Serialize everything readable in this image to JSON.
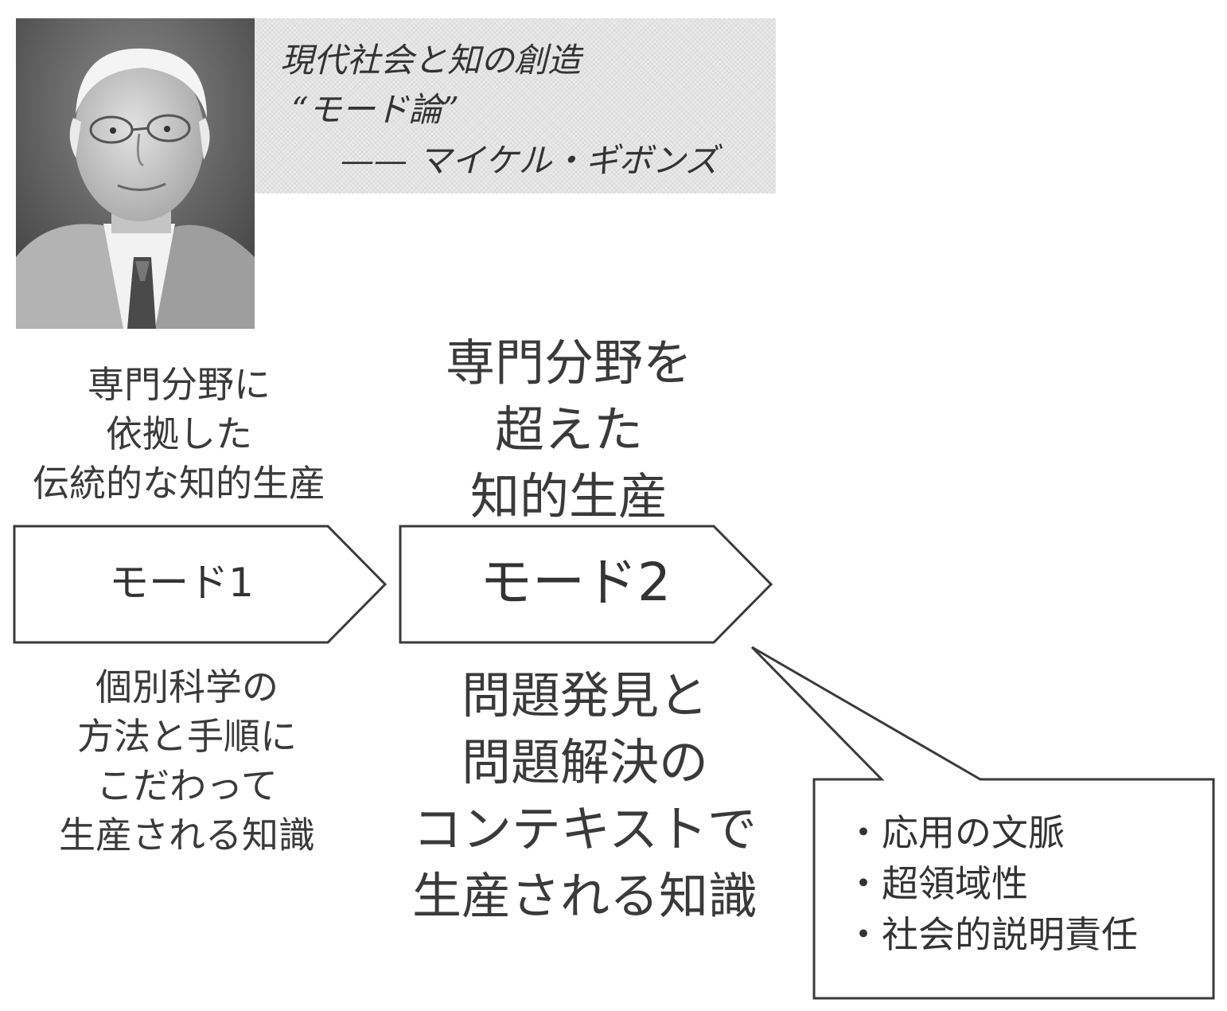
{
  "title_box": {
    "line1": "現代社会と知の創造",
    "line2": "“モード論”",
    "line3": "—— マイケル・ギボンズ"
  },
  "portrait": {
    "icon": "portrait-photo-icon",
    "colors": {
      "bg": "#6e6e6e",
      "face": "#d4d4d4",
      "suit": "#9a9a9a",
      "shirt": "#f2f2f2"
    }
  },
  "mode1": {
    "top_label": [
      "専門分野に",
      "依拠した",
      "伝統的な知的生産"
    ],
    "arrow_label": "モード1",
    "bottom_label": [
      "個別科学の",
      "方法と手順に",
      "こだわって",
      "生産される知識"
    ]
  },
  "mode2": {
    "top_label": [
      "専門分野を",
      "超えた",
      "知的生産"
    ],
    "arrow_label": "モード2",
    "bottom_label": [
      "問題発見と",
      "問題解決の",
      "コンテキストで",
      "生産される知識"
    ]
  },
  "callout": {
    "items": [
      "・応用の文脈",
      "・超領域性",
      "・社会的説明責任"
    ]
  },
  "colors": {
    "stroke": "#3a3a3a",
    "text": "#333333",
    "title_bg": "#e9e9e9"
  }
}
